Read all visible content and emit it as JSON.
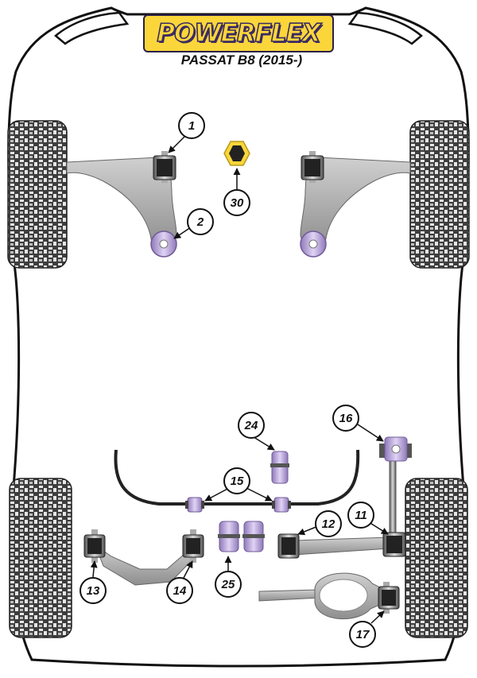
{
  "brand": {
    "logo_text": "POWERFLEX"
  },
  "vehicle": {
    "model": "PASSAT B8 (2015-)"
  },
  "callouts": [
    {
      "id": "part-1",
      "number": "1"
    },
    {
      "id": "part-2",
      "number": "2"
    },
    {
      "id": "part-30",
      "number": "30"
    },
    {
      "id": "part-24",
      "number": "24"
    },
    {
      "id": "part-16",
      "number": "16"
    },
    {
      "id": "part-15",
      "number": "15"
    },
    {
      "id": "part-12",
      "number": "12"
    },
    {
      "id": "part-11",
      "number": "11"
    },
    {
      "id": "part-13",
      "number": "13"
    },
    {
      "id": "part-14",
      "number": "14"
    },
    {
      "id": "part-25",
      "number": "25"
    },
    {
      "id": "part-17",
      "number": "17"
    }
  ],
  "colors": {
    "bush_purple": "#c6b3e3",
    "bush_metal": "#9a9a9a",
    "arm_grey": "#b4b4b4",
    "brand_yellow": "#fbd63a",
    "brand_purple": "#3a2b62",
    "highlight_yellow": "#fbd63a"
  }
}
